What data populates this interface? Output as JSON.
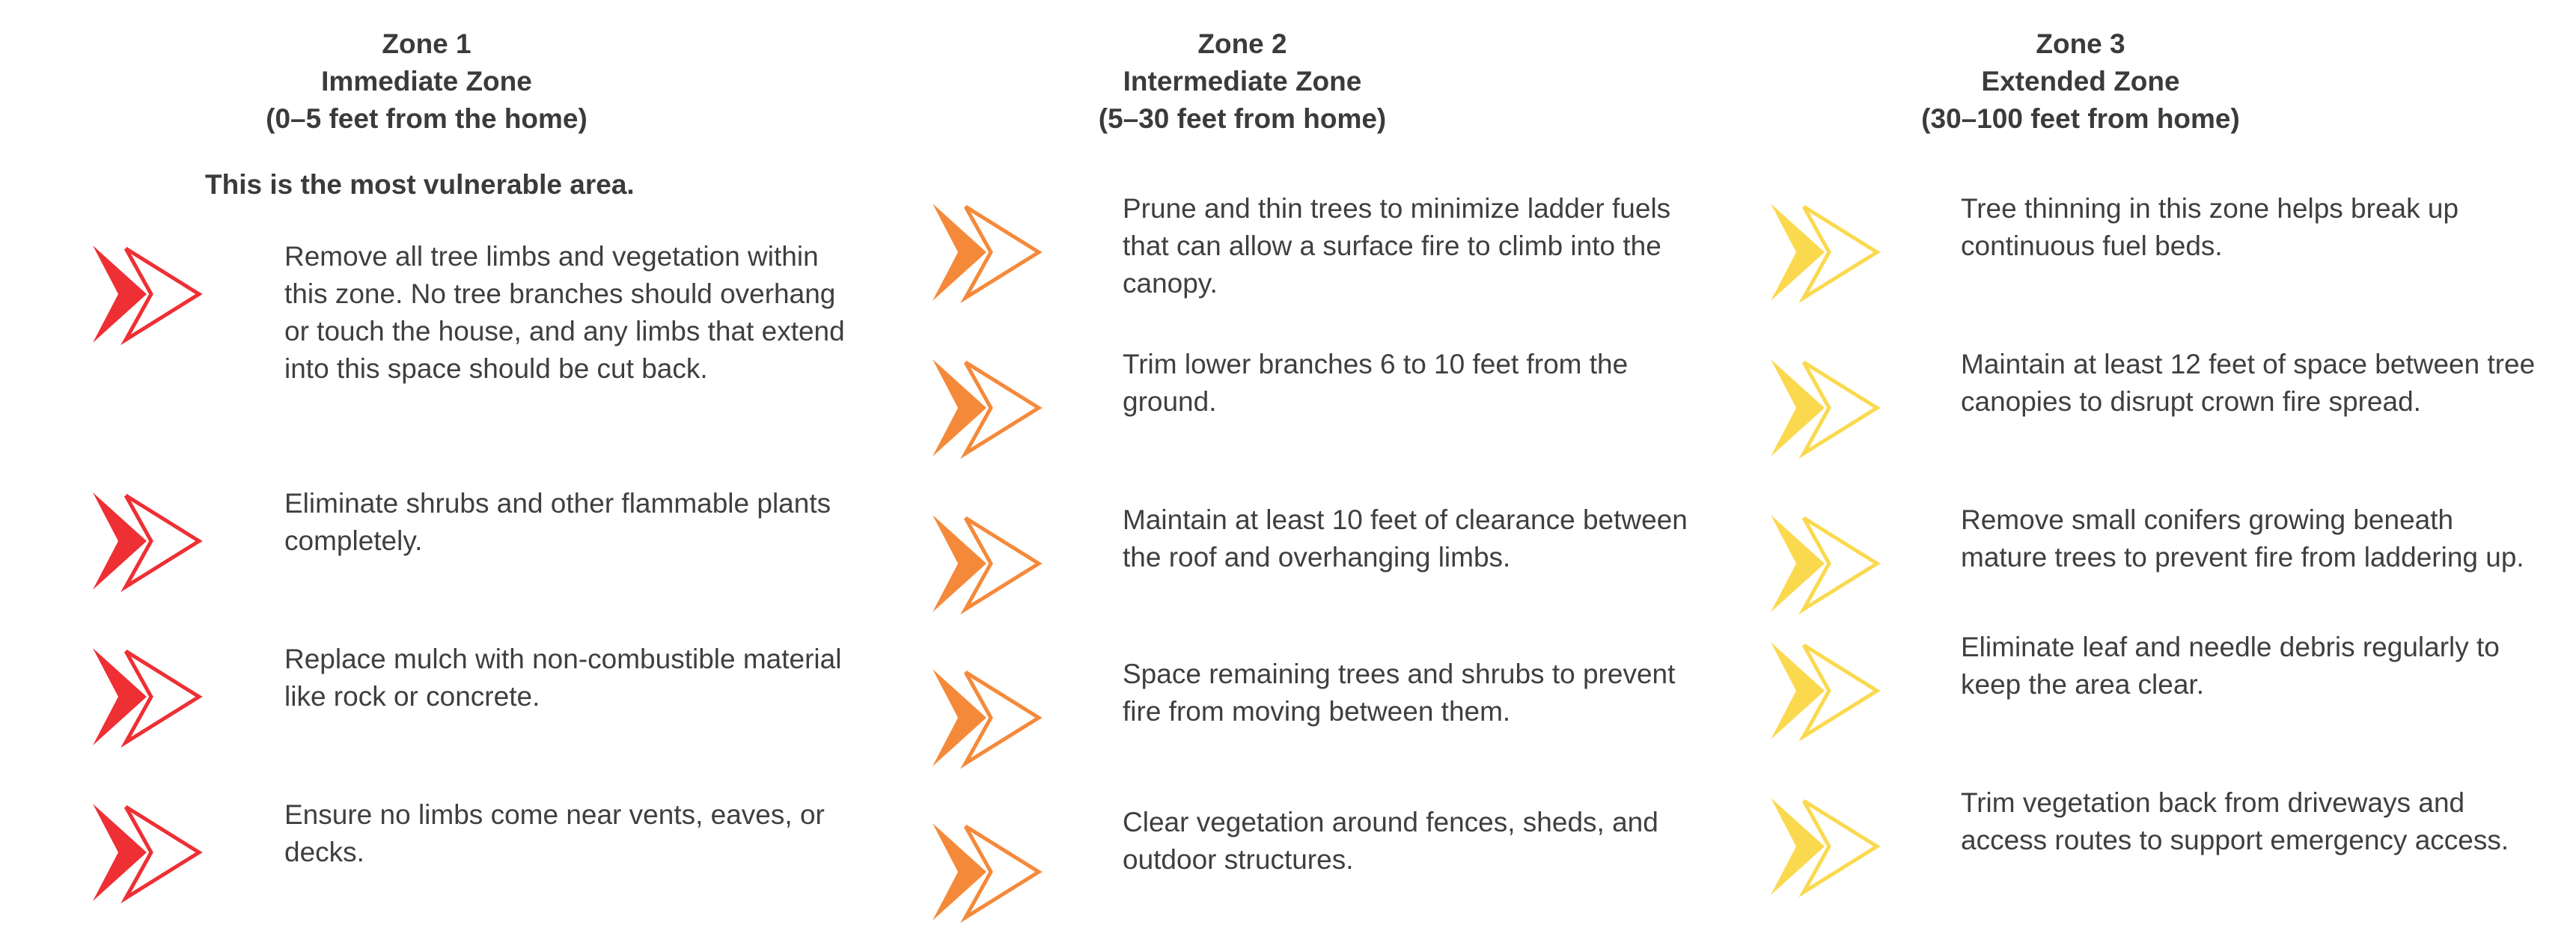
{
  "colors": {
    "zone1": "#ee2f34",
    "zone2": "#f5893a",
    "zone3": "#fbd94f",
    "text": "#3f3f3f"
  },
  "icons": {
    "arrow": "double-chevron-right-icon"
  },
  "zones": [
    {
      "title": "Zone 1",
      "subtitle": "Immediate Zone",
      "range": "(0–5 feet from the home)",
      "note": "This is the most vulnerable area.",
      "items": [
        "Remove all tree limbs and vegetation within this zone. No tree branches should overhang or touch the house, and any limbs that extend into this space should be cut back.",
        "Eliminate shrubs and other flammable plants completely.",
        "Replace mulch with non-combustible material like rock or concrete.",
        "Ensure no limbs come near vents, eaves, or decks."
      ]
    },
    {
      "title": "Zone 2",
      "subtitle": "Intermediate Zone",
      "range": "(5–30 feet from home)",
      "items": [
        "Prune and thin trees to minimize ladder fuels that can allow a surface fire to climb into the canopy.",
        "Trim lower branches 6 to 10 feet from the ground.",
        "Maintain at least 10 feet of clearance between the roof and overhanging limbs.",
        "Space remaining trees and shrubs to prevent fire from moving between them.",
        "Clear vegetation around fences, sheds, and outdoor structures."
      ]
    },
    {
      "title": "Zone 3",
      "subtitle": "Extended Zone",
      "range": "(30–100 feet from home)",
      "items": [
        "Tree thinning in this zone helps break up continuous fuel beds.",
        "Maintain at least 12 feet of space between tree canopies to disrupt crown fire spread.",
        "Remove small conifers growing beneath mature trees to prevent fire from laddering up.",
        "Eliminate leaf and needle debris regularly to keep the area clear.",
        "Trim vegetation back from driveways and access routes to support emergency access."
      ]
    }
  ]
}
